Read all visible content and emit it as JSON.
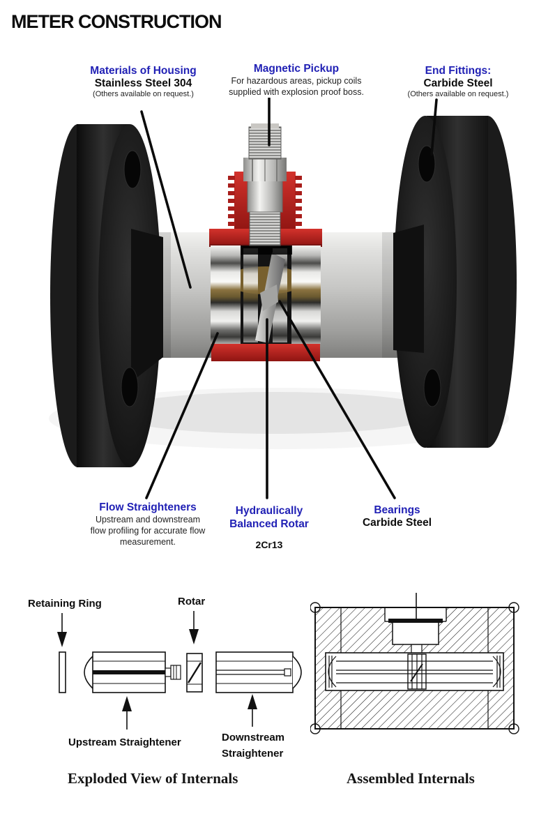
{
  "title": "METER CONSTRUCTION",
  "colors": {
    "accent_blue": "#2121b5",
    "cutaway_red": "#bf2320",
    "flange_black": "#161616",
    "body_silver": "#c6c6c4",
    "text_black": "#111111"
  },
  "callouts": {
    "materials": {
      "heading": "Materials of Housing",
      "value": "Stainless Steel 304",
      "note": "(Others available on request.)"
    },
    "pickup": {
      "heading": "Magnetic Pickup",
      "desc_line1": "For hazardous areas, pickup coils",
      "desc_line2": "supplied with explosion proof boss."
    },
    "end_fittings": {
      "heading": "End Fittings:",
      "value": "Carbide Steel",
      "note": "(Others available on request.)"
    },
    "flow_straighteners": {
      "heading": "Flow Straighteners",
      "desc_line1": "Upstream and downstream",
      "desc_line2": "flow profiling for accurate flow",
      "desc_line3": "measurement."
    },
    "rotor": {
      "heading_line1": "Hydraulically",
      "heading_line2": "Balanced Rotar",
      "value": "2Cr13"
    },
    "bearings": {
      "heading": "Bearings",
      "value": "Carbide Steel"
    }
  },
  "exploded_view": {
    "retaining_ring_label": "Retaining Ring",
    "rotor_label": "Rotar",
    "upstream_label": "Upstream Straightener",
    "downstream_label_line1": "Downstream",
    "downstream_label_line2": "Straightener",
    "caption": "Exploded View of Internals"
  },
  "assembled_view": {
    "caption": "Assembled Internals"
  }
}
